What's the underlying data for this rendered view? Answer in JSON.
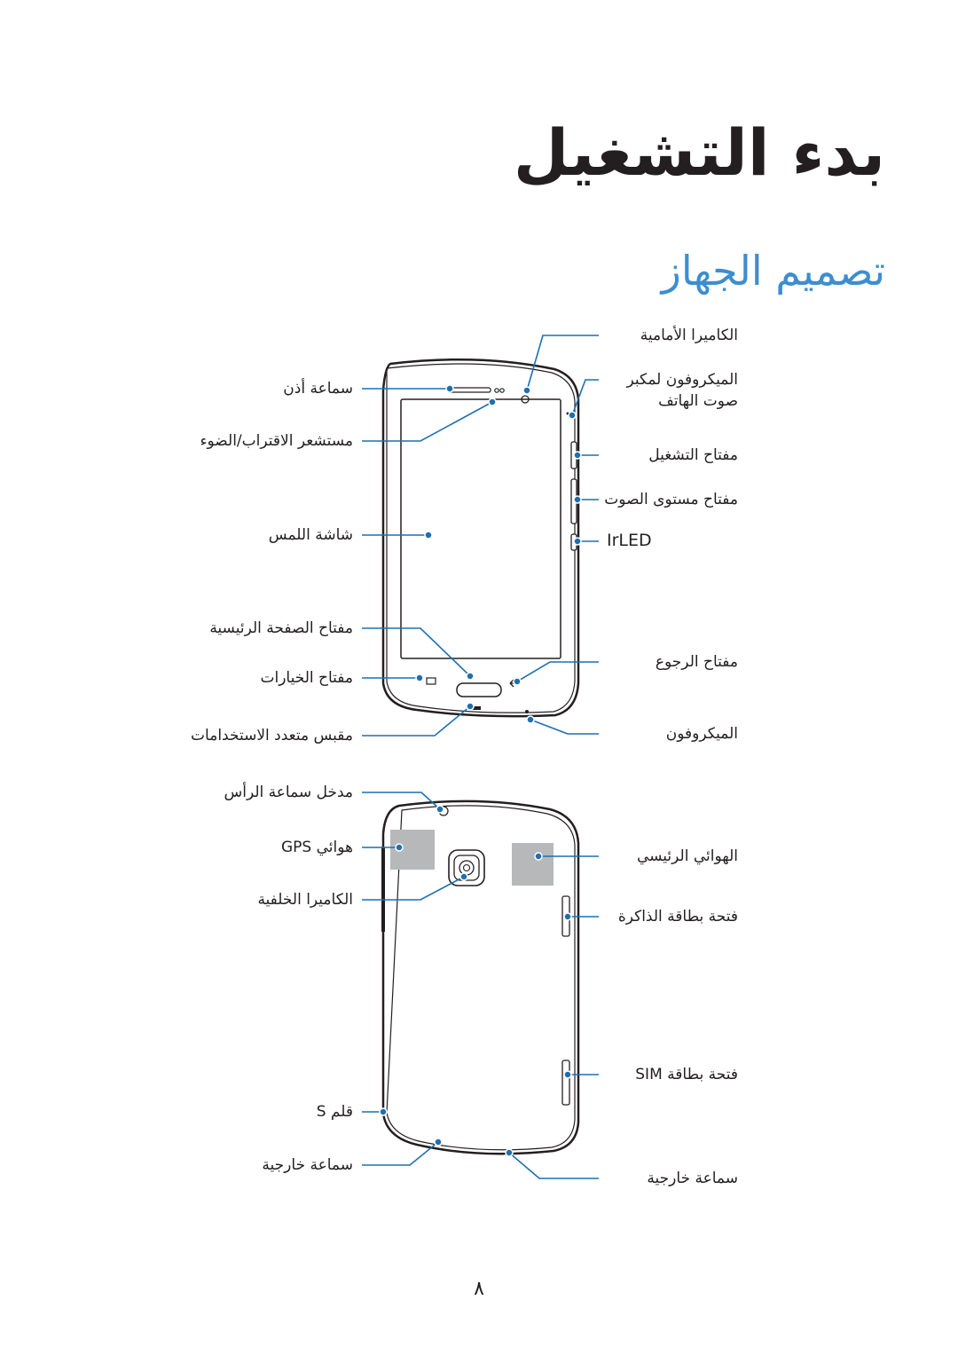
{
  "page": {
    "title": "بدء التشغيل",
    "subtitle": "تصميم الجهاز",
    "page_number": "٨"
  },
  "front": {
    "left_labels": [
      "سماعة أذن",
      "مستشعر الاقتراب/الضوء",
      "شاشة اللمس",
      "مفتاح الصفحة الرئيسية",
      "مفتاح الخيارات",
      "مقبس متعدد الاستخدامات"
    ],
    "right_labels": [
      "الكاميرا الأمامية",
      "الميكروفون لمكبر",
      "صوت الهاتف",
      "مفتاح التشغيل",
      "مفتاح مستوى الصوت",
      "IrLED",
      "مفتاح الرجوع",
      "الميكروفون"
    ]
  },
  "back": {
    "left_labels": [
      "مدخل سماعة الرأس",
      "هوائي GPS",
      "الكاميرا الخلفية",
      "قلم S",
      "سماعة خارجية"
    ],
    "right_labels": [
      "الهوائي الرئيسي",
      "فتحة بطاقة الذاكرة",
      "فتحة بطاقة SIM",
      "سماعة خارجية"
    ]
  },
  "colors": {
    "accent": "#3d8ed0",
    "text": "#231f20",
    "callout": "#1e6fb0"
  }
}
